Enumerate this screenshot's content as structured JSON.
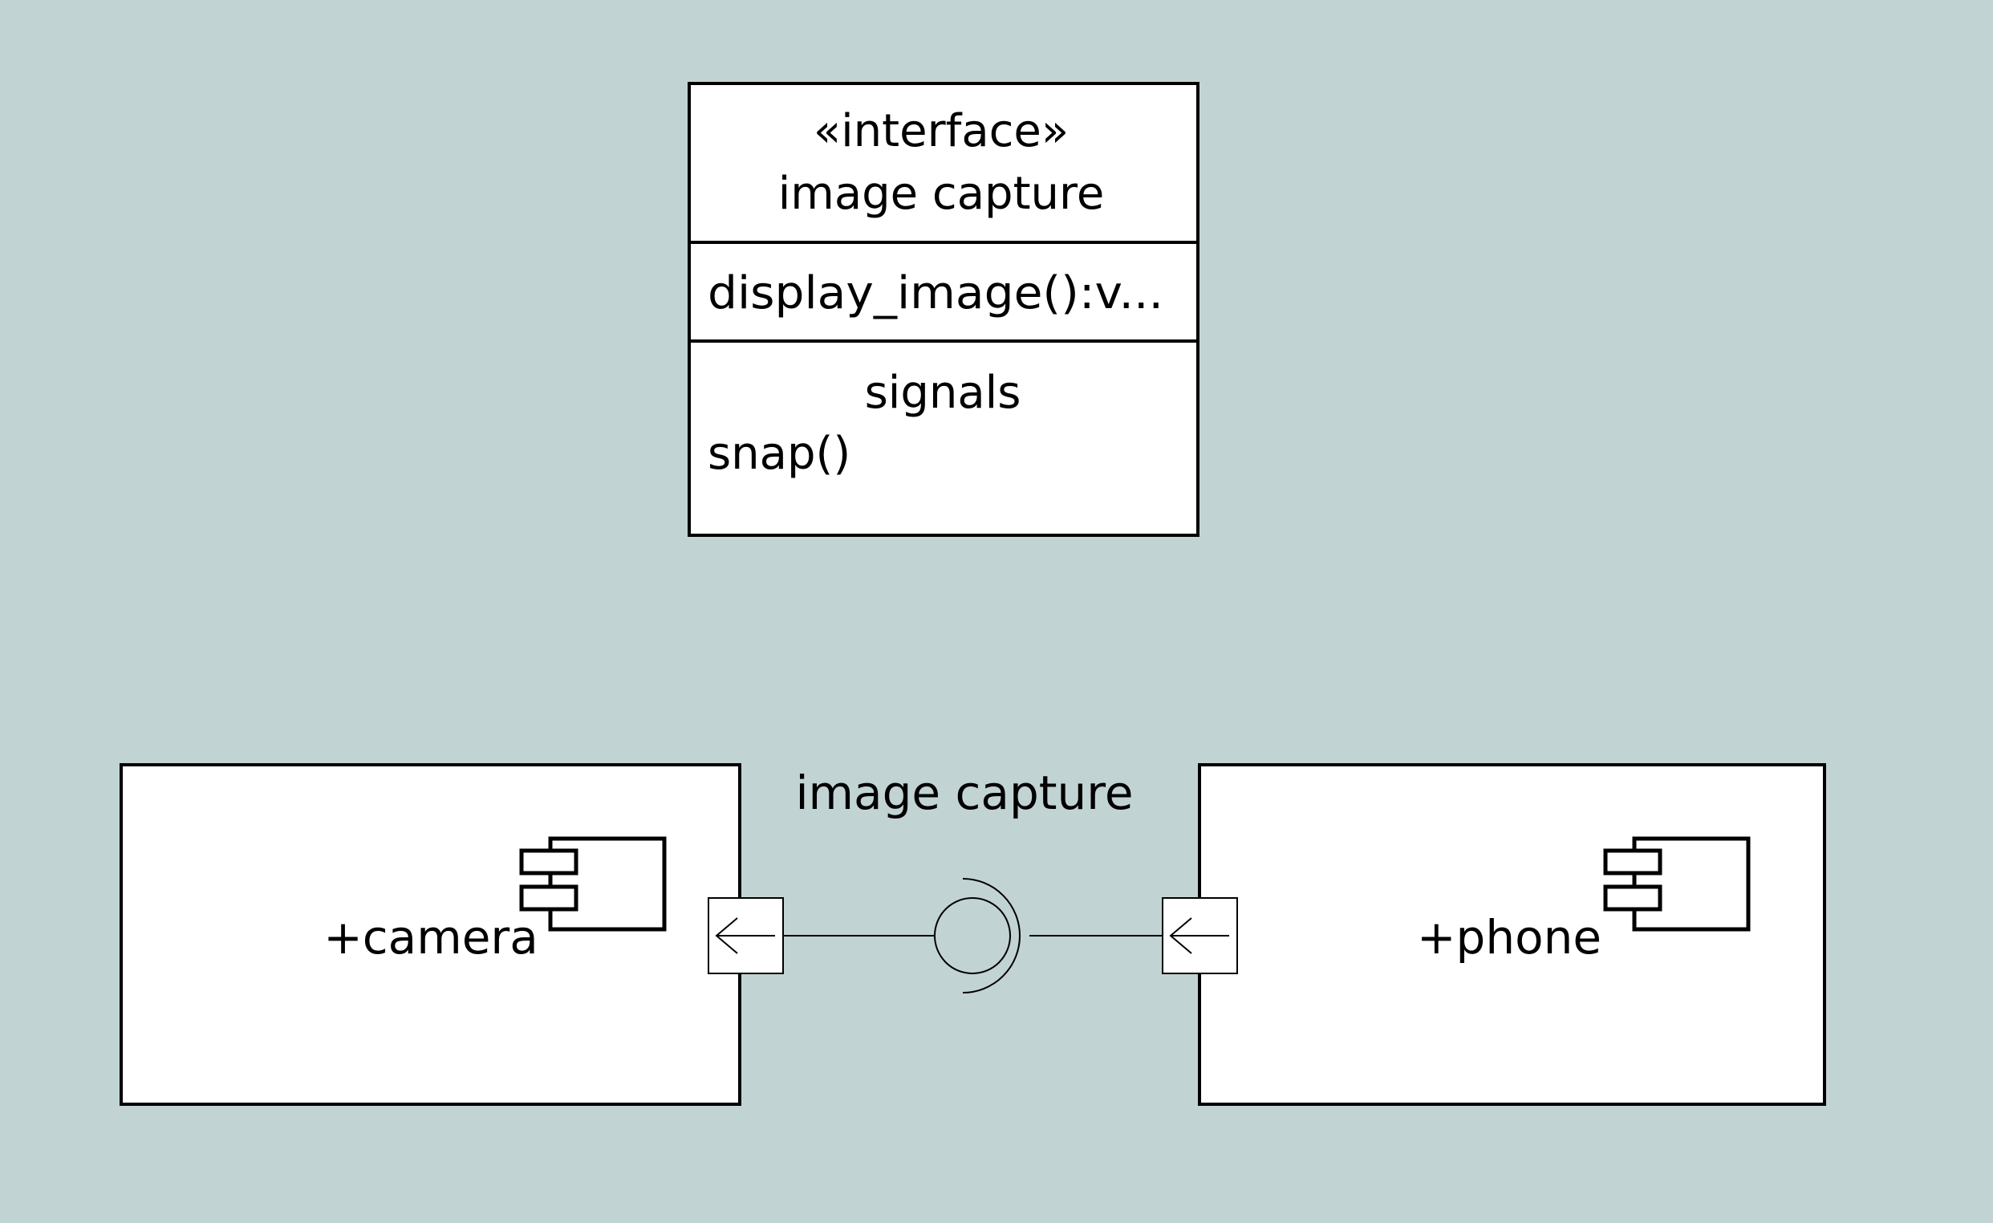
{
  "colors": {
    "background": "#c2d3d3",
    "box_fill": "#ffffff",
    "stroke": "#000000"
  },
  "interface": {
    "stereotype": "«interface»",
    "name": "image capture",
    "operations": [
      "display_image():v..."
    ],
    "signals_header": "signals",
    "signals": [
      "snap()"
    ]
  },
  "components": {
    "camera": {
      "label": "+camera",
      "icon": "component-icon"
    },
    "phone": {
      "label": "+phone",
      "icon": "component-icon"
    }
  },
  "connector": {
    "label": "image capture",
    "interface_icon": "required-interface-socket-icon"
  },
  "ports": {
    "camera_port": {
      "icon": "left-arrow-icon"
    },
    "phone_port": {
      "icon": "left-arrow-icon"
    }
  }
}
